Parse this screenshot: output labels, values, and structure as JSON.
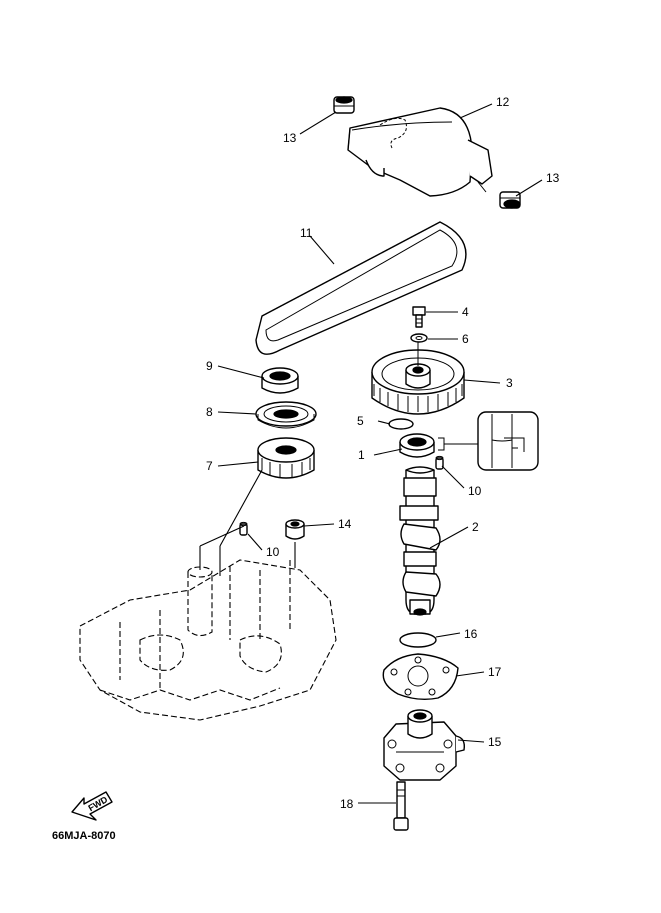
{
  "callouts": [
    "1",
    "2",
    "3",
    "4",
    "5",
    "6",
    "7",
    "8",
    "9",
    "10",
    "10",
    "11",
    "12",
    "13",
    "13",
    "14",
    "15",
    "16",
    "17",
    "18"
  ],
  "fwd_label": "FWD",
  "diagram_code": "66MJA-8070"
}
